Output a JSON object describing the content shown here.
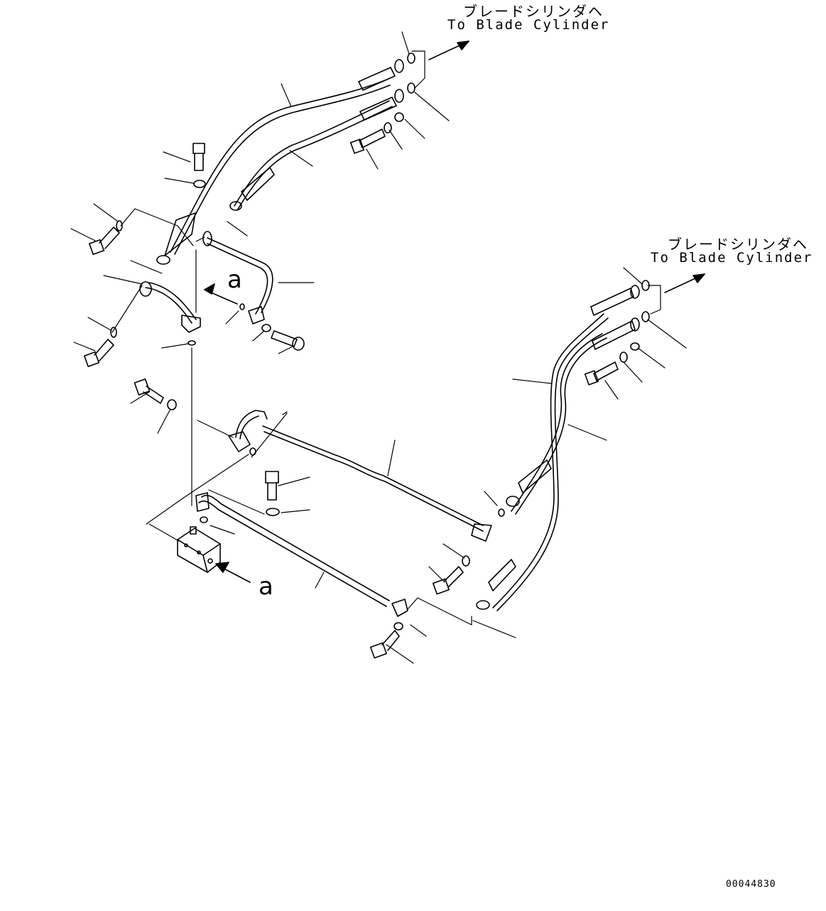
{
  "labels": {
    "top_destination_jp": "ブレードシリンダヘ",
    "top_destination_en": "To Blade Cylinder",
    "right_destination_jp": "ブレードシリンダヘ",
    "right_destination_en": "To Blade Cylinder",
    "view_marker": "a",
    "view_marker_2": "a",
    "figure_number": "00044830"
  },
  "colors": {
    "line": "#000000",
    "background": "#ffffff"
  }
}
